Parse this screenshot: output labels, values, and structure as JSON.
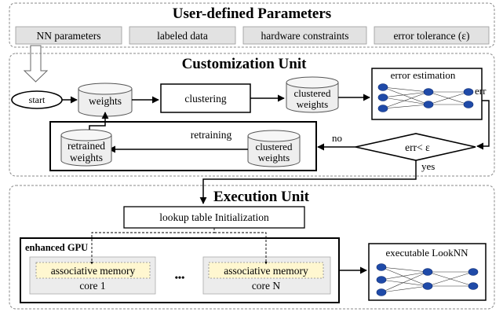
{
  "sections": {
    "user_params": {
      "title": "User-defined Parameters",
      "params": [
        "NN parameters",
        "labeled data",
        "hardware constraints",
        "error tolerance (ε)"
      ]
    },
    "customization": {
      "title": "Customization Unit",
      "start": "start",
      "weights": "weights",
      "clustering": "clustering",
      "clustered_weights_line1": "clustered",
      "clustered_weights_line2": "weights",
      "error_estimation": "error estimation",
      "err": "err",
      "decision": "err< ε",
      "no": "no",
      "yes": "yes",
      "retraining": "retraining",
      "retrained_line1": "retrained",
      "retrained_line2": "weights",
      "clustered2_line1": "clustered",
      "clustered2_line2": "weights"
    },
    "execution": {
      "title": "Execution Unit",
      "lookup_init": "lookup table Initialization",
      "gpu_label": "enhanced GPU",
      "core1_memory": "associative memory",
      "core1_label": "core 1",
      "ellipsis": "•••",
      "coreN_memory": "associative memory",
      "coreN_label": "core N",
      "executable": "executable LookNN"
    }
  },
  "colors": {
    "param_fill": "#e2e2e2",
    "box_fill": "#ececec",
    "memory_fill": "#fff7d0",
    "node_fill": "#1f4aa8",
    "cylinder_fill": "#eeeeee"
  }
}
